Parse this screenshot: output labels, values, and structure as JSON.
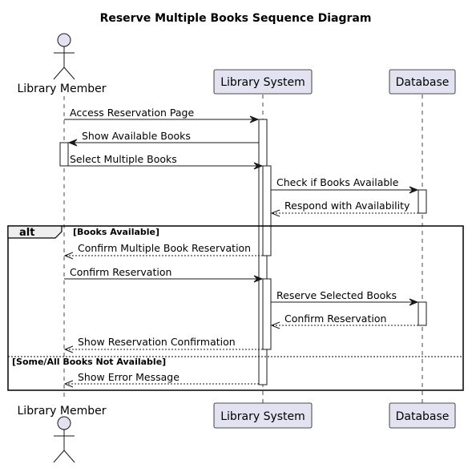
{
  "title": "Reserve Multiple Books Sequence Diagram",
  "participants": {
    "member": "Library Member",
    "system": "Library System",
    "database": "Database"
  },
  "messages": [
    "Access Reservation Page",
    "Show Available Books",
    "Select Multiple Books",
    "Check if Books Available",
    "Respond with Availability",
    "Confirm Multiple Book Reservation",
    "Confirm Reservation",
    "Reserve Selected Books",
    "Confirm Reservation",
    "Show Reservation Confirmation",
    "Show Error Message"
  ],
  "alt_frame": {
    "keyword": "alt",
    "guard_main": "[Books Available]",
    "guard_else": "[Some/All Books Not Available]"
  }
}
